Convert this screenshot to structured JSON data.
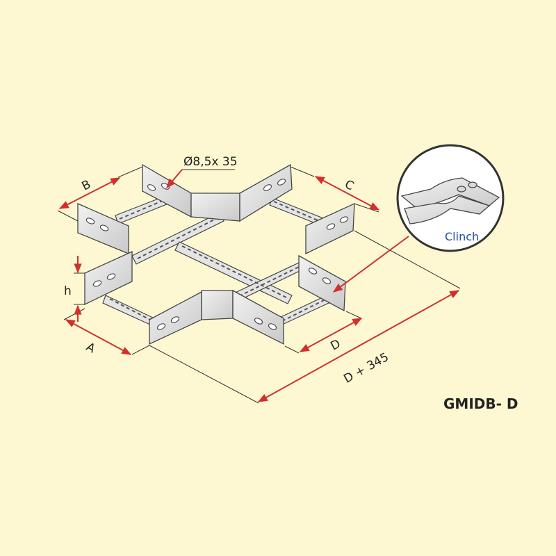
{
  "background_color": "#fdf8d2",
  "accent_color": "#d0312d",
  "labels": {
    "hole": "Ø8,5x 35",
    "b": "B",
    "c": "C",
    "h": "h",
    "a": "A",
    "d": "D",
    "overall": "D + 345",
    "clinch": "Clinch",
    "product_code": "GMIDB- D"
  }
}
